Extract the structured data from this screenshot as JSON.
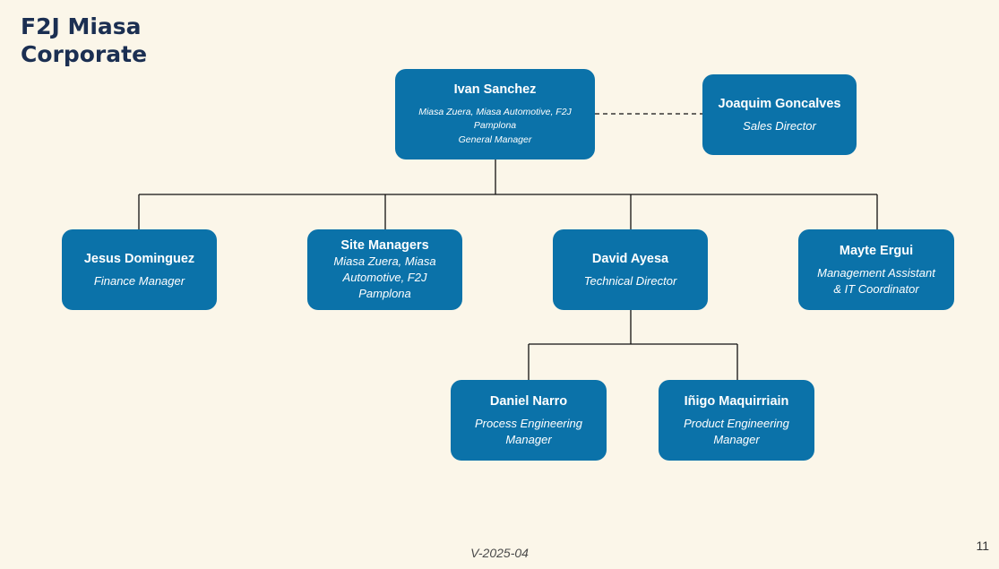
{
  "header": {
    "title_line1": "F2J Miasa",
    "title_line2": "Corporate"
  },
  "org": {
    "ceo": {
      "name": "Ivan Sanchez",
      "companies_line1": "Miasa Zuera, Miasa Automotive, F2J",
      "companies_line2": "Pamplona",
      "role": "General Manager"
    },
    "sales": {
      "name": "Joaquim Goncalves",
      "role": "Sales Director"
    },
    "finance": {
      "name": "Jesus Dominguez",
      "role": "Finance Manager"
    },
    "sites": {
      "name": "Site Managers",
      "line1": "Miasa Zuera, Miasa",
      "line2": "Automotive, F2J",
      "line3": "Pamplona"
    },
    "technical": {
      "name": "David Ayesa",
      "role": "Technical Director"
    },
    "assistant": {
      "name": "Mayte Ergui",
      "role_line1": "Management Assistant",
      "role_line2": "& IT Coordinator"
    },
    "process": {
      "name": "Daniel Narro",
      "role_line1": "Process Engineering",
      "role_line2": "Manager"
    },
    "product": {
      "name": "Iñigo Maquirriain",
      "role_line1": "Product Engineering",
      "role_line2": "Manager"
    }
  },
  "footer": {
    "version": "V-2025-04",
    "page_number": "11"
  },
  "colors": {
    "background": "#fbf6e9",
    "node_fill": "#0b72a9",
    "title": "#1b2f52"
  }
}
